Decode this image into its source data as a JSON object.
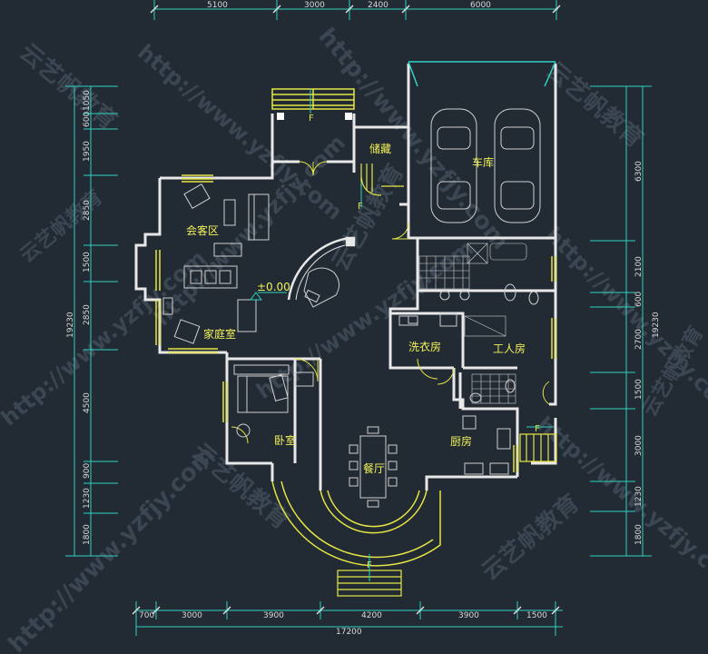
{
  "dims": {
    "top": [
      "5100",
      "3000",
      "2400",
      "6000"
    ],
    "bottom": [
      "700",
      "3000",
      "3900",
      "4200",
      "3900",
      "1500"
    ],
    "bottom_total": "17200",
    "left": [
      "1050",
      "600",
      "1950",
      "2850",
      "1500",
      "2850",
      "4500",
      "900",
      "1230",
      "1800"
    ],
    "left_total": "19230",
    "right": [
      "6300",
      "2100",
      "600",
      "2700",
      "1500",
      "3000",
      "1230",
      "1800"
    ],
    "right_total": "19230"
  },
  "rooms": {
    "storage": "储藏",
    "garage": "车库",
    "meeting": "会客区",
    "family": "家庭室",
    "bedroom": "卧室",
    "dining": "餐厅",
    "kitchen": "厨房",
    "laundry": "洗衣房",
    "worker": "工人房"
  },
  "elevation": "±0.00",
  "stair_marks": [
    "F",
    "F",
    "F",
    "F"
  ],
  "watermarks": {
    "url": "http://www.yzfjy.com",
    "brand": "云艺帆教育"
  },
  "colors": {
    "background": "#222a33",
    "wall": "#e8e8e8",
    "window": "#e6e645",
    "furniture": "#d0d0d0",
    "accent": "#2fd3c0"
  }
}
